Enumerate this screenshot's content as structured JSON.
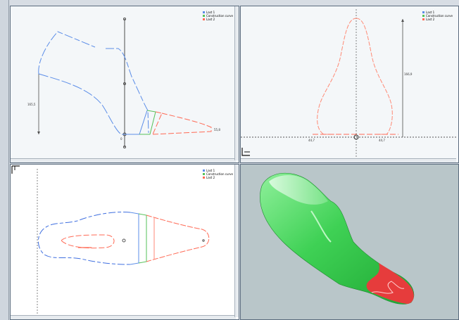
{
  "legends": {
    "side": [
      "Last 1",
      "Construction curve",
      "Last 2"
    ],
    "front": [
      "Last 1",
      "Construction curve",
      "Last 2"
    ],
    "top": [
      "Last 1",
      "Construction curve",
      "Last 2"
    ]
  },
  "colors": {
    "last1": "#5b8de8",
    "construction": "#56c25a",
    "last2": "#ff6a55",
    "axis": "#4d4d4d",
    "shoe_green": "#59e06c",
    "shoe_red": "#e63c3c",
    "viewport_3d_bg": "#b9c6c9"
  },
  "labels": {
    "side_height": "165,5",
    "side_toe": "55,8",
    "side_origin": "0",
    "front_height": "166,9",
    "front_left": "44,7",
    "front_right": "44,7"
  },
  "icons": {
    "view1_corner": "axis-arrow-icon",
    "view2_corner": "axis-arrow-icon",
    "view3_corner": "axis-arrow-icon"
  }
}
